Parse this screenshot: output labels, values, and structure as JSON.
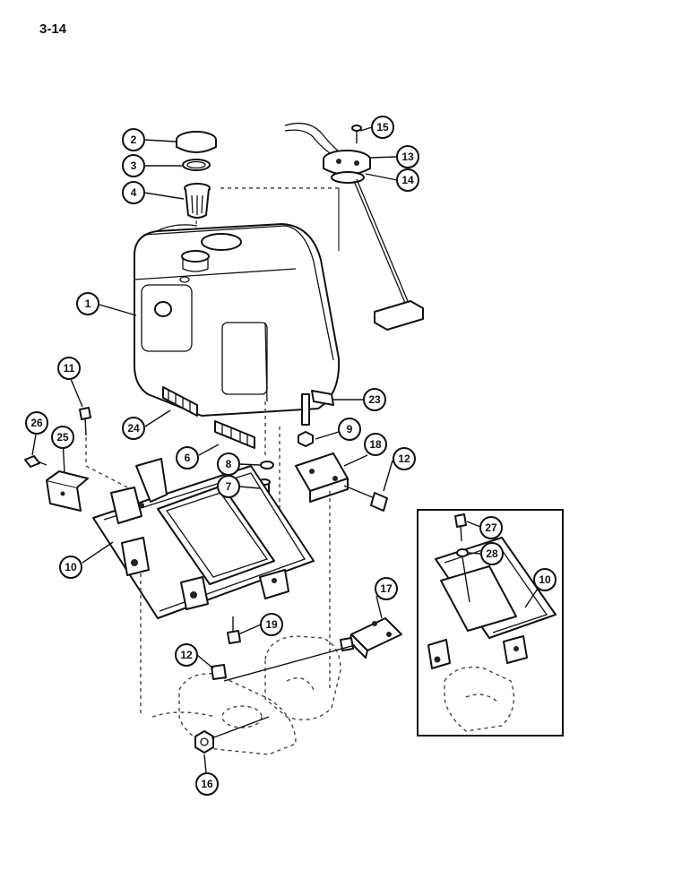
{
  "page_number": "3-14",
  "callouts": {
    "c1": "1",
    "c2": "2",
    "c3": "3",
    "c4": "4",
    "c6": "6",
    "c7": "7",
    "c8": "8",
    "c9": "9",
    "c10": "10",
    "c10b": "10",
    "c11": "11",
    "c12": "12",
    "c12b": "12",
    "c13": "13",
    "c14": "14",
    "c15": "15",
    "c16": "16",
    "c17": "17",
    "c18": "18",
    "c19": "19",
    "c23": "23",
    "c24": "24",
    "c25": "25",
    "c26": "26",
    "c27": "27",
    "c28": "28"
  }
}
